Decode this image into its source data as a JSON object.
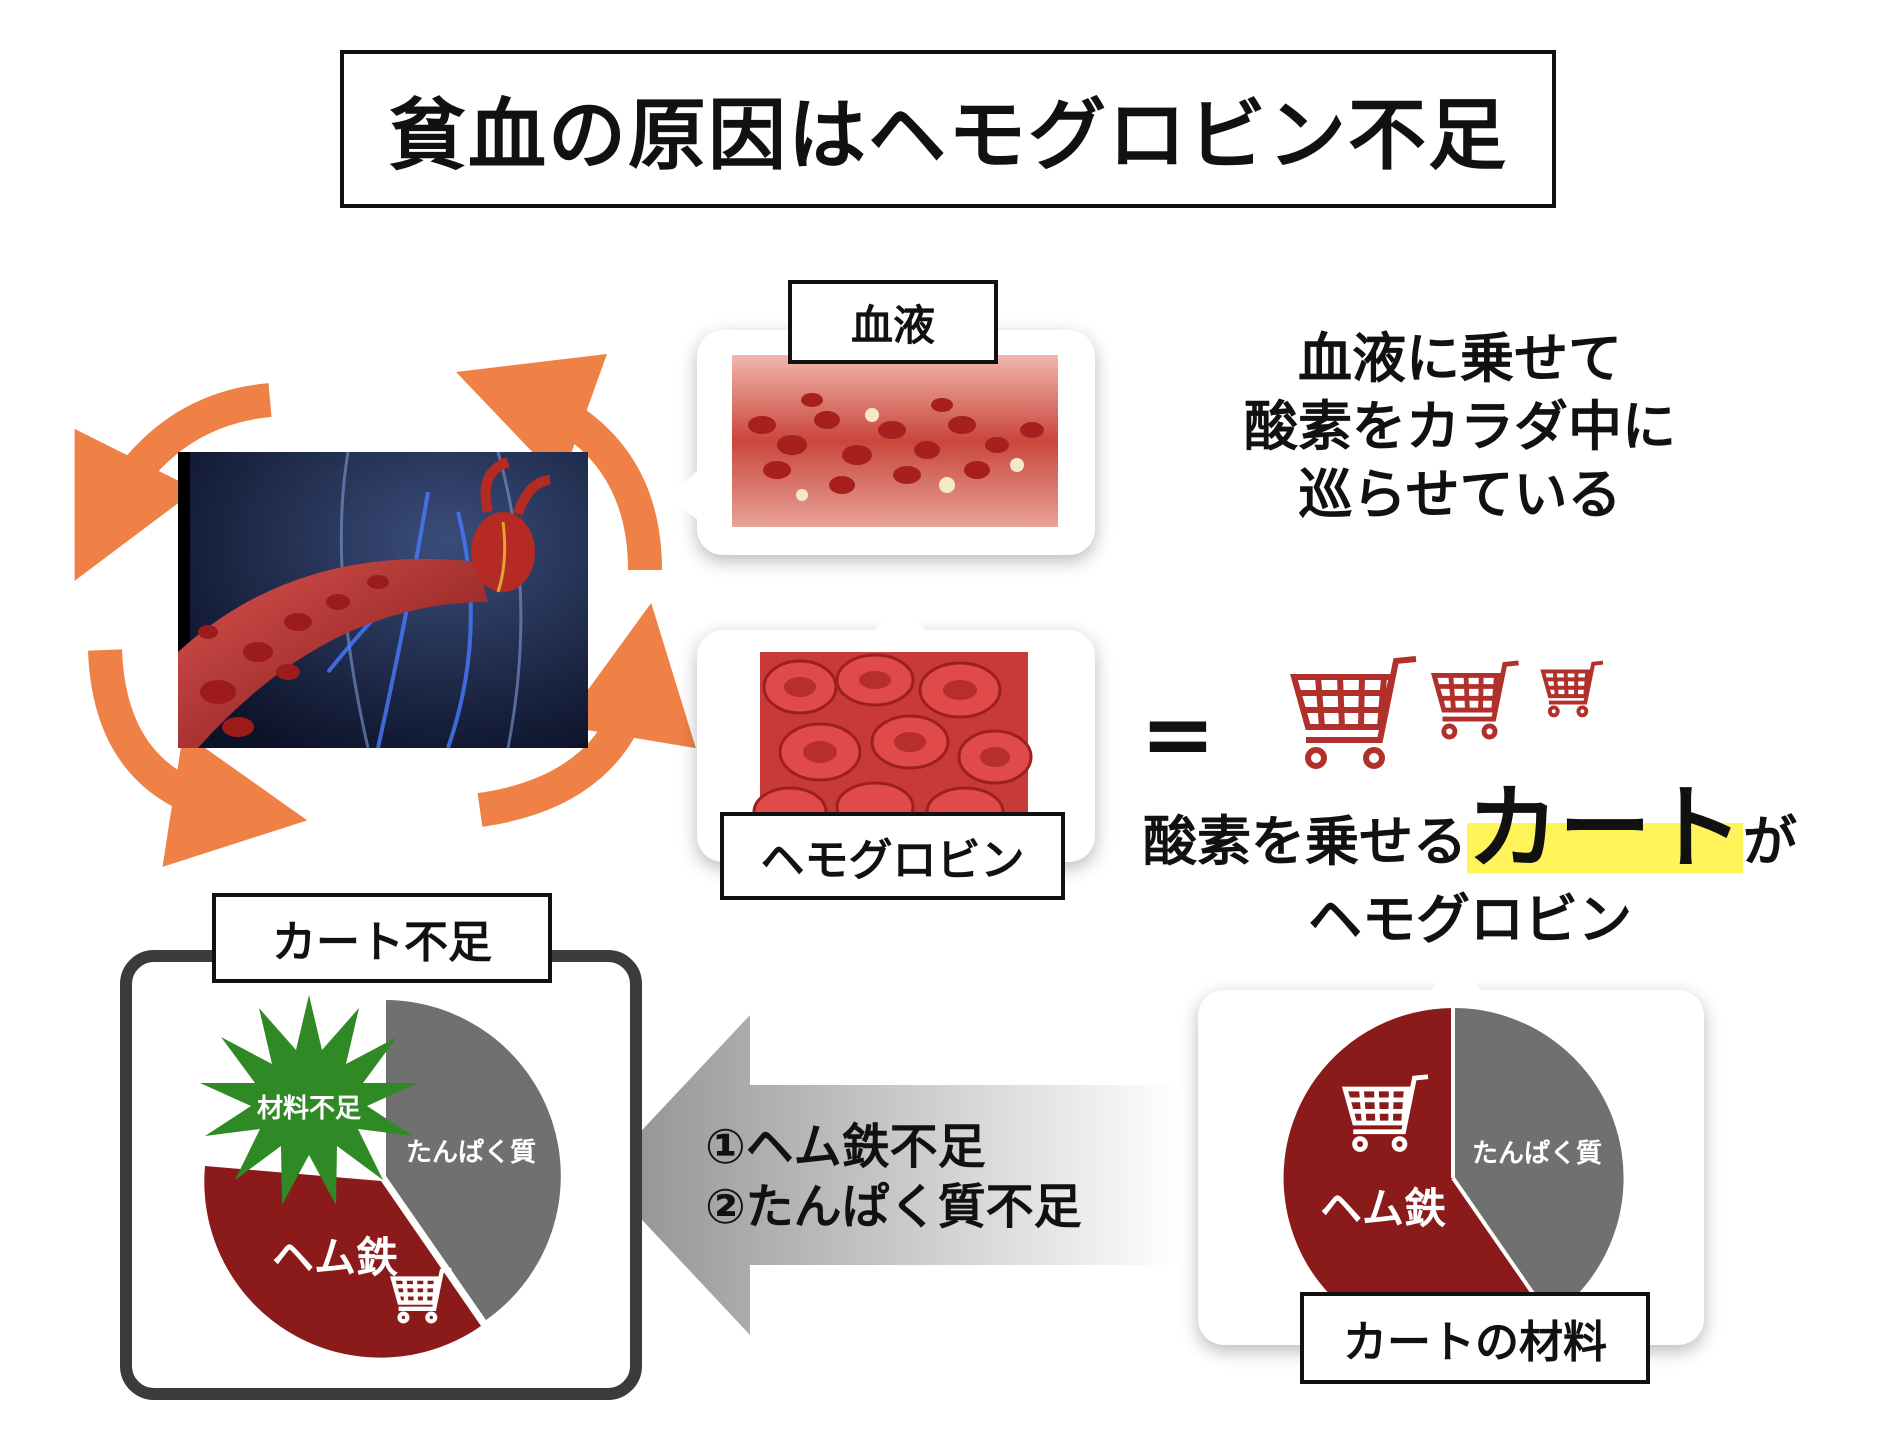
{
  "title": "貧血の原因はヘモグロビン不足",
  "blood": {
    "label": "血液",
    "caption_lines": [
      "血液に乗せて",
      "酸素をカラダ中に",
      "巡らせている"
    ]
  },
  "hemoglobin": {
    "label": "ヘモグロビン",
    "equals": "=",
    "cart_text_pre": "酸素を乗せる",
    "cart_text_highlight": "カート",
    "cart_text_post": "が",
    "cart_text_line2": "ヘモグロビン"
  },
  "materials": {
    "label": "カートの材料",
    "heme_iron": "ヘム鉄",
    "protein": "たんぱく質"
  },
  "shortage": {
    "label": "カート不足",
    "burst_text": "材料不足",
    "heme_iron": "ヘム鉄",
    "protein": "たんぱく質"
  },
  "causes": [
    "①ヘム鉄不足",
    "②たんぱく質不足"
  ],
  "colors": {
    "heme": "#8b1a1a",
    "protein": "#6f706f",
    "orange_arrow": "#ef8146",
    "burst": "#2f8a25",
    "cart": "#b2302b",
    "highlight": "#fff45a"
  }
}
